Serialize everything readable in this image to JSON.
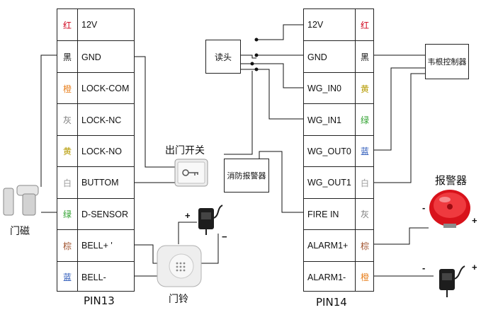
{
  "pin13": {
    "label": "PIN13",
    "rows": [
      {
        "color": "红",
        "color_hex": "#d0021b",
        "pin": "12V"
      },
      {
        "color": "黑",
        "color_hex": "#111111",
        "pin": "GND"
      },
      {
        "color": "橙",
        "color_hex": "#e8801e",
        "pin": "LOCK-COM"
      },
      {
        "color": "灰",
        "color_hex": "#7a7a7a",
        "pin": "LOCK-NC"
      },
      {
        "color": "黄",
        "color_hex": "#b59a00",
        "pin": "LOCK-NO"
      },
      {
        "color": "白",
        "color_hex": "#9a9a9a",
        "pin": "BUTTOM"
      },
      {
        "color": "绿",
        "color_hex": "#2ea12e",
        "pin": "D-SENSOR"
      },
      {
        "color": "棕",
        "color_hex": "#a0522d",
        "pin": "BELL+  '"
      },
      {
        "color": "蓝",
        "color_hex": "#1f4fb5",
        "pin": "BELL-"
      }
    ]
  },
  "pin14": {
    "label": "PIN14",
    "rows": [
      {
        "pin": "12V",
        "color": "红",
        "color_hex": "#d0021b"
      },
      {
        "pin": "GND",
        "color": "黑",
        "color_hex": "#111111"
      },
      {
        "pin": "WG_IN0",
        "color": "黄",
        "color_hex": "#b59a00"
      },
      {
        "pin": "WG_IN1",
        "color": "绿",
        "color_hex": "#2ea12e"
      },
      {
        "pin": "WG_OUT0",
        "color": "蓝",
        "color_hex": "#1f4fb5"
      },
      {
        "pin": "WG_OUT1",
        "color": "白",
        "color_hex": "#9a9a9a"
      },
      {
        "pin": "FIRE IN",
        "color": "灰",
        "color_hex": "#7a7a7a"
      },
      {
        "pin": "ALARM1+",
        "color": "棕",
        "color_hex": "#a0522d"
      },
      {
        "pin": "ALARM1-",
        "color": "橙",
        "color_hex": "#e8801e"
      }
    ]
  },
  "devices": {
    "reader": "读头",
    "fire_alarm": "消防报警器",
    "wiegand_controller": "韦根控制器",
    "exit_button": "出门开关",
    "door_sensor": "门磁",
    "doorbell": "门铃",
    "alarm": "报警器"
  },
  "signs": {
    "plus": "+",
    "minus": "−",
    "minus_short": "-"
  }
}
